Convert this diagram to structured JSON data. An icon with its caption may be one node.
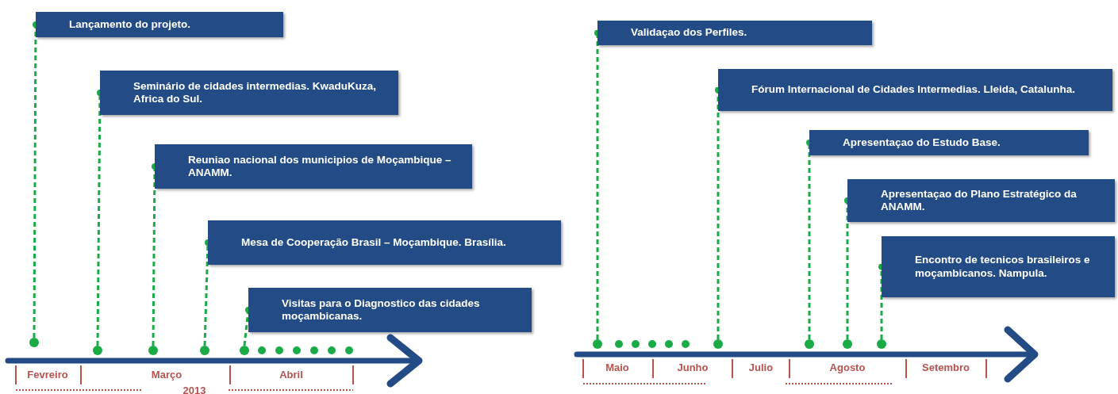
{
  "diagram": {
    "nodes": [
      {
        "text": [
          "Lançamento do projeto."
        ]
      },
      {
        "text": [
          "Seminário de cidades intermedias. KwaduKuza, Africa do Sul."
        ]
      },
      {
        "text": [
          "Reuniao nacional dos municipios de Moçambique – ANAMM."
        ]
      },
      {
        "text": [
          "Mesa de Cooperação Brasil – Moçambique. Brasília."
        ]
      },
      {
        "text": [
          "Visitas para o Diagnostico das cidades moçambicanas."
        ]
      },
      {
        "text": [
          "Validaçao dos Perfiles."
        ]
      },
      {
        "text": [
          "Fórum Internacional de Cidades Intermedias. Lleida, Catalunha."
        ]
      },
      {
        "text": [
          "Apresentaçao do Estudo Base."
        ]
      },
      {
        "text": [
          "Apresentaçao do Plano Estratégico da ANAMM."
        ]
      },
      {
        "text": [
          "Encontro de tecnicos brasileiros e moçambicanos. Nampula."
        ]
      },
      {
        "text": [],
        "shape": "circle"
      },
      {
        "text": [],
        "shape": "circle"
      },
      {
        "text": [],
        "shape": "circle"
      },
      {
        "text": [],
        "shape": "circle"
      },
      {
        "text": [],
        "shape": "circle"
      },
      {
        "text": [],
        "shape": "circle"
      },
      {
        "text": [],
        "shape": "circle"
      },
      {
        "text": [],
        "shape": "circle"
      },
      {
        "text": [],
        "shape": "circle"
      },
      {
        "text": [],
        "shape": "circle"
      },
      {
        "text": [],
        "shape": "circle"
      },
      {
        "text": [],
        "shape": "circle"
      },
      {
        "text": [],
        "shape": "circle"
      },
      {
        "text": [],
        "shape": "circle"
      },
      {
        "text": [],
        "shape": "circle"
      },
      {
        "text": [],
        "shape": "circle"
      },
      {
        "text": [],
        "shape": "circle"
      },
      {
        "text": [],
        "shape": "circle"
      },
      {
        "text": [],
        "shape": "circle"
      },
      {
        "text": [],
        "shape": "circle"
      },
      {
        "text": [],
        "shape": "circle"
      }
    ],
    "edges": [
      {
        "from": 10,
        "to": 0,
        "arrow": "other",
        "style": "dashed"
      },
      {
        "from": 11,
        "to": 1,
        "arrow": "other",
        "style": "dashed"
      },
      {
        "from": 12,
        "to": 2,
        "arrow": "other",
        "style": "dashed"
      },
      {
        "from": 13,
        "to": 3,
        "arrow": "other",
        "style": "dashed"
      },
      {
        "from": 14,
        "to": 4,
        "arrow": "other",
        "style": "dashed"
      },
      {
        "from": 21,
        "to": 5,
        "arrow": "other",
        "style": "dashed"
      },
      {
        "from": 27,
        "to": 6,
        "arrow": "other",
        "style": "dashed"
      },
      {
        "from": 28,
        "to": 7,
        "arrow": "other",
        "style": "dashed"
      },
      {
        "from": 29,
        "to": 8,
        "arrow": "other",
        "style": "dashed"
      },
      {
        "from": 30,
        "to": 9,
        "arrow": "other",
        "style": "dashed"
      }
    ],
    "labels": [
      "Fevreiro",
      "Março",
      "Abril",
      "2013",
      "Maio",
      "Junho",
      "Julio",
      "Agosto",
      "Setembro"
    ]
  }
}
